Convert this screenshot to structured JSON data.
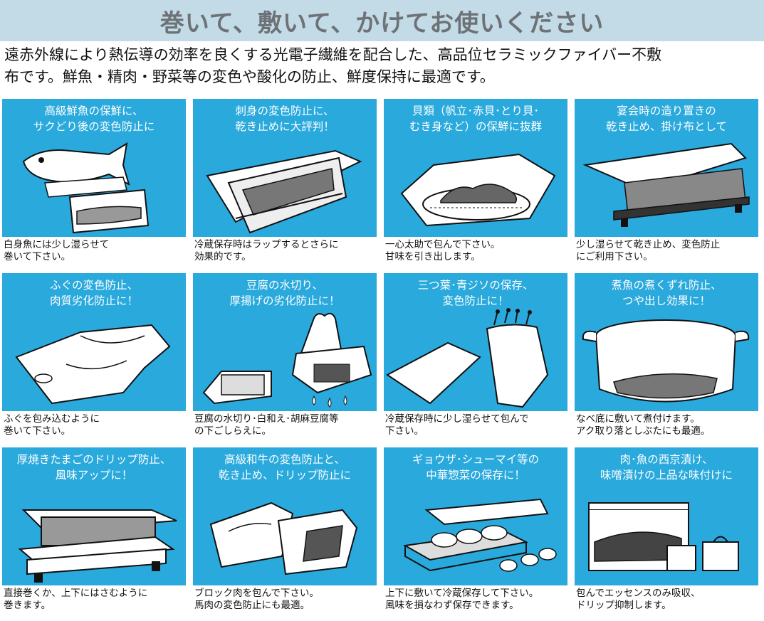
{
  "header": {
    "title": "巻いて、敷いて、かけてお使いください"
  },
  "intro": {
    "line1": "遠赤外線により熱伝導の効率を良くする光電子繊維を配合した、高品位セラミックファイバー不敷",
    "line2": "布です。鮮魚・精肉・野菜等の変色や酸化の防止、鮮度保持に最適です。"
  },
  "colors": {
    "header_bg": "#c3dbe7",
    "title_text": "#6c7276",
    "panel_bg": "#2aa9dd"
  },
  "cards": [
    {
      "title": [
        "高級鮮魚の保鮮に、",
        "サクどり後の変色防止に"
      ],
      "caption": [
        "白身魚には少し湿らせて",
        "巻いて下さい。"
      ],
      "icon": "fish-wrap-icon"
    },
    {
      "title": [
        "刺身の変色防止に、",
        "乾き止めに大評判！"
      ],
      "caption": [
        "冷蔵保存時はラップするとさらに",
        "効果的です。"
      ],
      "icon": "sashimi-tray-icon"
    },
    {
      "title": [
        "貝類（帆立･赤貝･とり貝･",
        "むき身など）の保鮮に抜群"
      ],
      "caption": [
        "一心太助で包んで下さい。",
        "甘味を引き出します。"
      ],
      "icon": "shellfish-icon"
    },
    {
      "title": [
        "宴会時の造り置きの",
        "乾き止め、掛け布として"
      ],
      "caption": [
        "少し湿らせて乾き止め、変色防止",
        "にご利用下さい。"
      ],
      "icon": "platter-cover-icon"
    },
    {
      "title": [
        "ふぐの変色防止、",
        "肉質劣化防止に！"
      ],
      "caption": [
        "ふぐを包み込むように",
        "巻いて下さい。"
      ],
      "icon": "pufferfish-wrap-icon"
    },
    {
      "title": [
        "豆腐の水切り、",
        "厚揚げの劣化防止に！"
      ],
      "caption": [
        "豆腐の水切り･白和え･胡麻豆腐等",
        "の下ごしらえに。"
      ],
      "icon": "tofu-drain-icon"
    },
    {
      "title": [
        "三つ葉･青ジソの保存、",
        "変色防止に！"
      ],
      "caption": [
        "冷蔵保存時に少し湿らせて包んで",
        "下さい。"
      ],
      "icon": "herbs-wrap-icon"
    },
    {
      "title": [
        "煮魚の煮くずれ防止、",
        "つや出し効果に！"
      ],
      "caption": [
        "なべ底に敷いて煮付けます。",
        "アク取り落としぶたにも最適。"
      ],
      "icon": "pot-icon"
    },
    {
      "title": [
        "厚焼きたまごのドリップ防止、",
        "風味アップに！"
      ],
      "caption": [
        "直接巻くか、上下にはさむように",
        "巻きます。"
      ],
      "icon": "omelet-icon"
    },
    {
      "title": [
        "高級和牛の変色防止と、",
        "乾き止め、ドリップ防止に"
      ],
      "caption": [
        "ブロック肉を包んで下さい。",
        "馬肉の変色防止にも最適。"
      ],
      "icon": "beef-block-icon"
    },
    {
      "title": [
        "ギョウザ･シューマイ等の",
        "中華惣菜の保存に！"
      ],
      "caption": [
        "上下に敷いて冷蔵保存して下さい。",
        "風味を損なわず保存できます。"
      ],
      "icon": "dumplings-icon"
    },
    {
      "title": [
        "肉･魚の西京漬け、",
        "味噌漬けの上品な味付けに"
      ],
      "caption": [
        "包んでエッセンスのみ吸収、",
        "ドリップ抑制します。"
      ],
      "icon": "miso-pickle-icon"
    }
  ]
}
